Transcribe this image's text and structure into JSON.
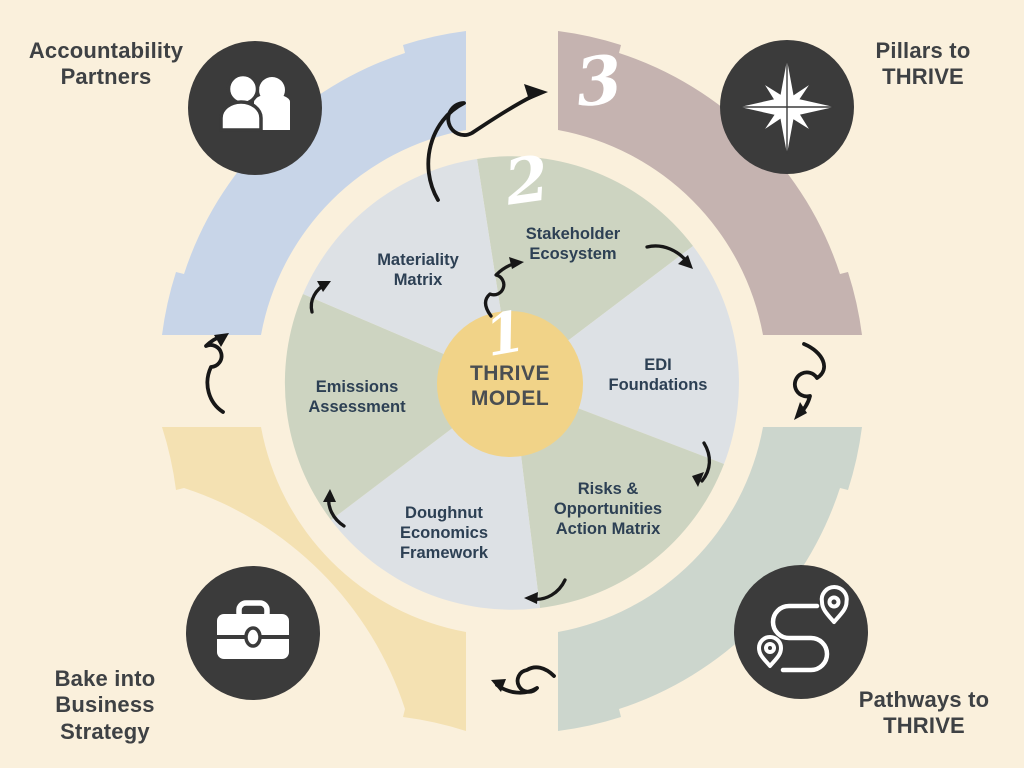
{
  "title": "THRIVE MODEL cycle diagram",
  "colors": {
    "bg": "#faf0dc",
    "arc-blue": "#c8d5e8",
    "arc-mauve": "#c5b3b0",
    "arc-green": "#ccd6cd",
    "arc-yellow": "#f4e1b2",
    "slice-light": "#dde1e5",
    "slice-sage": "#cdd4c1",
    "center-yellow": "#f1d388",
    "circle-dark": "#3b3b3b",
    "text-navy": "#2d4054",
    "text-charcoal": "#3e4144",
    "arrow-ink": "#171717"
  },
  "center": {
    "number": "1",
    "label": "THRIVE\nMODEL"
  },
  "stage_numbers": {
    "two": "2",
    "three": "3"
  },
  "wheel": {
    "segments": [
      {
        "id": "stakeholder-ecosystem",
        "label": "Stakeholder\nEcosystem",
        "tone": "sage"
      },
      {
        "id": "edi-foundations",
        "label": "EDI\nFoundations",
        "tone": "light"
      },
      {
        "id": "risks-opportunities-action-matrix",
        "label": "Risks &\nOpportunities\nAction Matrix",
        "tone": "sage"
      },
      {
        "id": "doughnut-economics-framework",
        "label": "Doughnut\nEconomics\nFramework",
        "tone": "light"
      },
      {
        "id": "emissions-assessment",
        "label": "Emissions\nAssessment",
        "tone": "sage"
      },
      {
        "id": "materiality-matrix",
        "label": "Materiality\nMatrix",
        "tone": "light"
      }
    ]
  },
  "corners": [
    {
      "id": "accountability-partners",
      "label": "Accountability\nPartners",
      "icon": "people-icon",
      "ring_color": "arc-blue"
    },
    {
      "id": "pillars-to-thrive",
      "label": "Pillars to\nTHRIVE",
      "icon": "compass-icon",
      "ring_color": "arc-mauve"
    },
    {
      "id": "bake-into-business-strategy",
      "label": "Bake into\nBusiness\nStrategy",
      "icon": "briefcase-icon",
      "ring_color": "arc-yellow"
    },
    {
      "id": "pathways-to-thrive",
      "label": "Pathways to\nTHRIVE",
      "icon": "route-icon",
      "ring_color": "arc-green"
    }
  ]
}
